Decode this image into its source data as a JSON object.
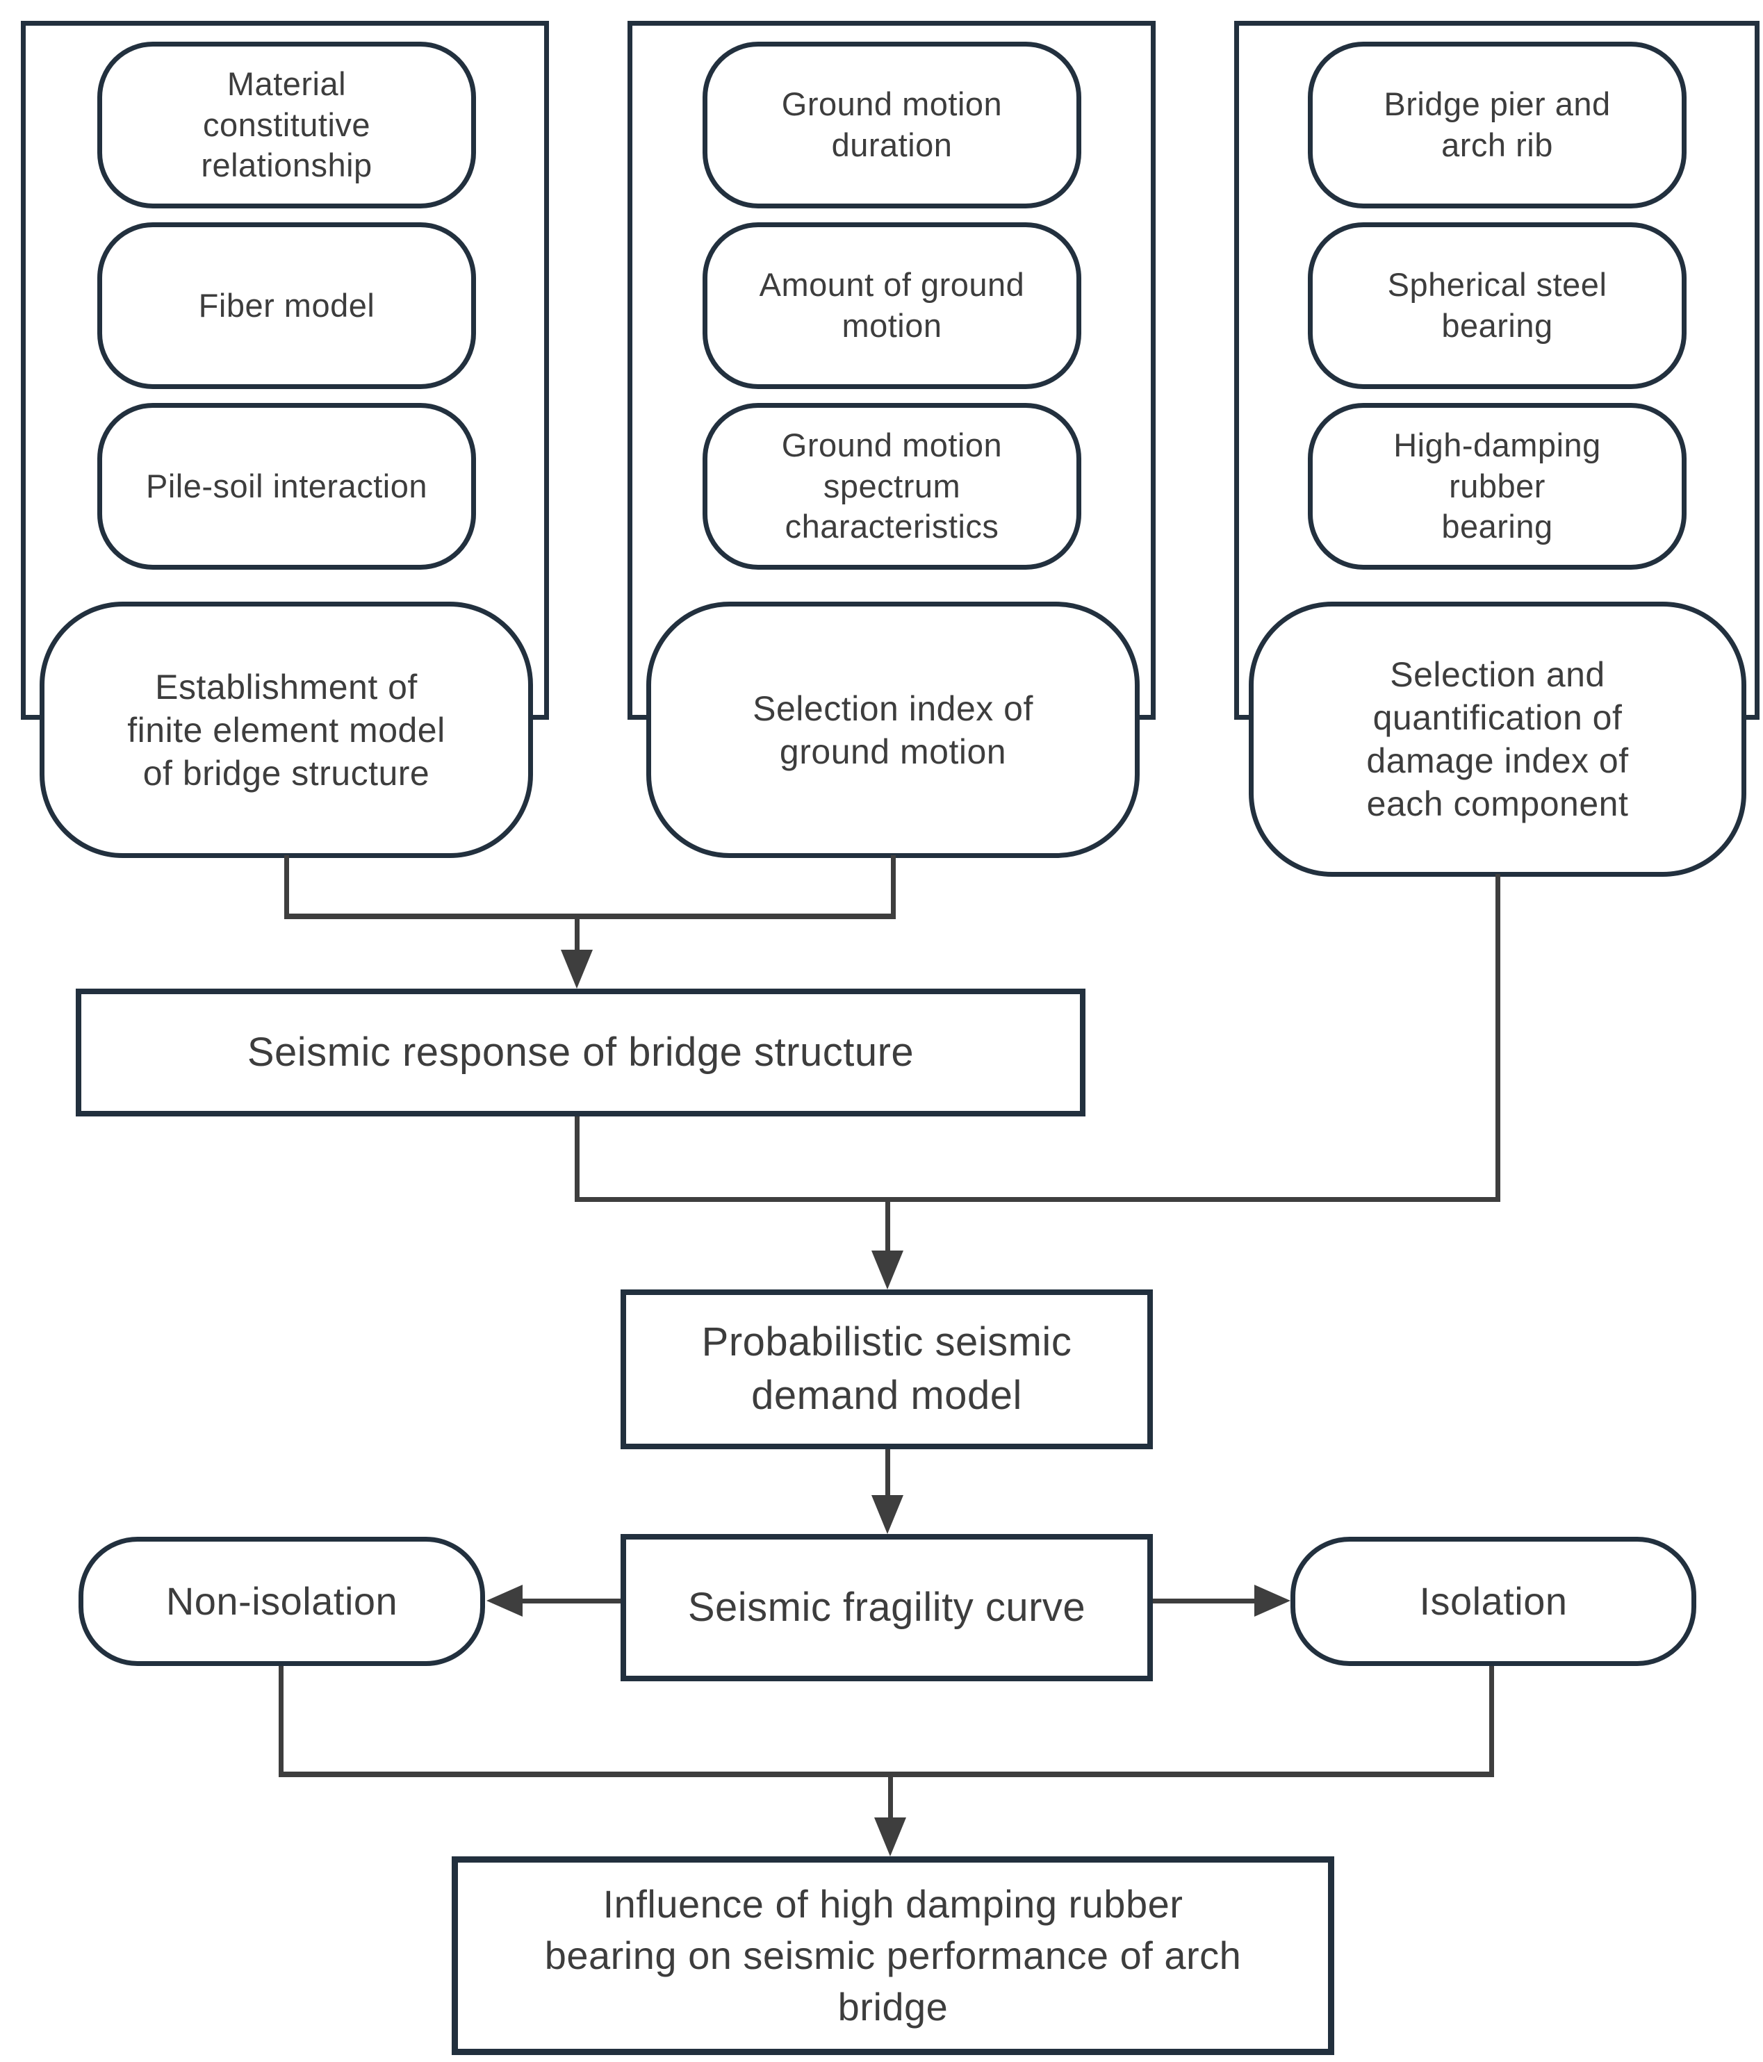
{
  "colors": {
    "box_border": "#22303e",
    "connector_line": "#3e3e3e",
    "text": "#3d3d3d",
    "background": "#ffffff"
  },
  "flow": {
    "groups": [
      {
        "inputs": [
          "Material constitutive relationship",
          "Fiber model",
          "Pile-soil interaction"
        ],
        "output": "Establishment of finite element model of bridge structure"
      },
      {
        "inputs": [
          "Ground motion duration",
          "Amount of ground motion",
          "Ground motion spectrum characteristics"
        ],
        "output": "Selection index of ground motion"
      },
      {
        "inputs": [
          "Bridge pier and arch rib",
          "Spherical steel bearing",
          "High-damping rubber bearing"
        ],
        "output": "Selection and quantification of damage index of each component"
      }
    ],
    "seismic_response": "Seismic response of bridge structure",
    "probabilistic_model": "Probabilistic seismic demand model",
    "fragility_curve": "Seismic fragility curve",
    "non_isolation": "Non-isolation",
    "isolation": "Isolation",
    "conclusion": "Influence of high damping rubber bearing on seismic performance of arch bridge"
  }
}
